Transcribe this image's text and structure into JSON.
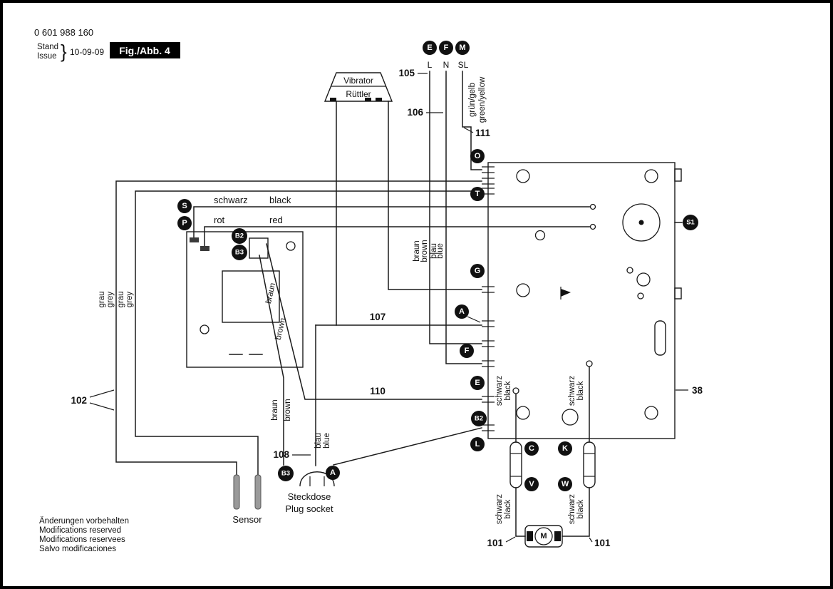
{
  "header": {
    "part_number": "0 601 988 160",
    "stand": "Stand",
    "issue": "Issue",
    "brace": "}",
    "date": "10-09-09",
    "fig": "Fig./Abb. 4"
  },
  "vibrator": {
    "de": "Vibrator",
    "en": "Rüttler"
  },
  "mains": {
    "l": "L",
    "n": "N",
    "sl": "SL"
  },
  "badges": {
    "e": "E",
    "f": "F",
    "m": "M",
    "o": "O",
    "t": "T",
    "s": "S",
    "p": "P",
    "b2": "B2",
    "b3": "B3",
    "g": "G",
    "a": "A",
    "l": "L",
    "c": "C",
    "k": "K",
    "v": "V",
    "w": "W",
    "s1": "S1"
  },
  "colors": {
    "gruen_gelb": "grün/gelb",
    "green_yellow": "green/yellow",
    "schwarz": "schwarz",
    "black": "black",
    "rot": "rot",
    "red": "red",
    "braun": "braun",
    "brown": "brown",
    "blau": "blau",
    "blue": "blue",
    "grau": "grau",
    "grey": "grey"
  },
  "refs": {
    "r101": "101",
    "r102": "102",
    "r105": "105",
    "r106": "106",
    "r107": "107",
    "r108": "108",
    "r110": "110",
    "r111": "111",
    "r38": "38"
  },
  "socket": {
    "de": "Steckdose",
    "en": "Plug socket"
  },
  "sensor": {
    "label": "Sensor"
  },
  "motor": {
    "label": "M"
  },
  "footer": {
    "l1": "Änderungen vorbehalten",
    "l2": "Modifications reserved",
    "l3": "Modifications reservees",
    "l4": "Salvo modificaciones"
  }
}
